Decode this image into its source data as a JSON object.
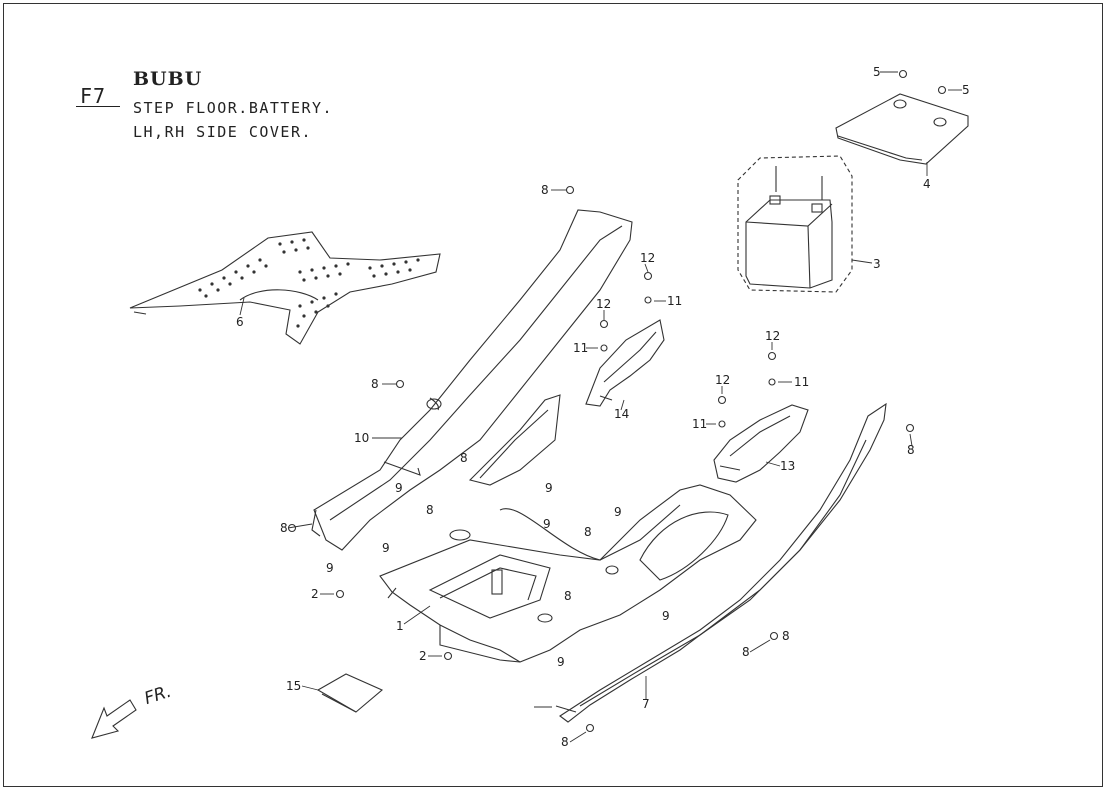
{
  "header": {
    "figure_code": "F7",
    "model": "BUBU",
    "title_line1": "STEP FLOOR.BATTERY.",
    "title_line2": "LH,RH SIDE COVER."
  },
  "direction_label": "FR.",
  "callouts": [
    "1",
    "2",
    "2",
    "3",
    "4",
    "5",
    "5",
    "6",
    "7",
    "8",
    "8",
    "8",
    "8",
    "8",
    "8",
    "8",
    "8",
    "8",
    "8",
    "8",
    "9",
    "9",
    "9",
    "9",
    "9",
    "9",
    "9",
    "9",
    "10",
    "11",
    "11",
    "11",
    "11",
    "12",
    "12",
    "12",
    "12",
    "13",
    "14",
    "15"
  ]
}
